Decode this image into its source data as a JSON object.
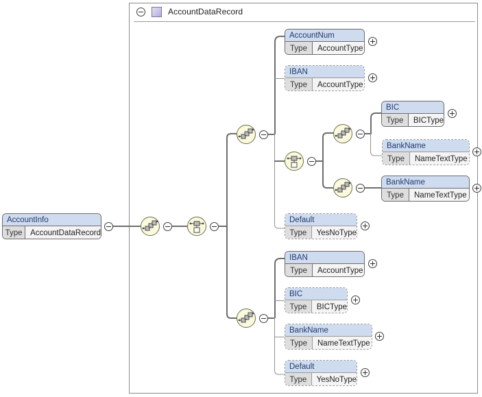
{
  "diagram": {
    "type": "xml-schema-tree",
    "title": "AccountDataRecord",
    "root": {
      "name": "AccountInfo",
      "type_key": "Type",
      "type_value": "AccountDataRecord",
      "toggle": "minus"
    },
    "container": {
      "label": "AccountDataRecord",
      "toggle": "minus",
      "swatch": "complex-type-swatch"
    },
    "compositors": {
      "root_sequence": "sequence-icon",
      "root_choice": "choice-icon",
      "branch1_sequence": "sequence-icon",
      "branch1_choice": "choice-icon",
      "branch1_inner_sequence_a": "sequence-icon",
      "branch1_inner_sequence_b": "sequence-icon",
      "branch2_sequence": "sequence-icon"
    },
    "labels": {
      "type_key": "Type"
    },
    "nodes": {
      "account_num": {
        "name": "AccountNum",
        "type_key": "Type",
        "type_value": "AccountType",
        "required": true,
        "toggle": "plus"
      },
      "iban_top": {
        "name": "IBAN",
        "type_key": "Type",
        "type_value": "AccountType",
        "required": false,
        "toggle": "plus"
      },
      "bic_top": {
        "name": "BIC",
        "type_key": "Type",
        "type_value": "BICType",
        "required": true,
        "toggle": "plus"
      },
      "bankname_a": {
        "name": "BankName",
        "type_key": "Type",
        "type_value": "NameTextType",
        "required": false,
        "toggle": "plus"
      },
      "bankname_b": {
        "name": "BankName",
        "type_key": "Type",
        "type_value": "NameTextType",
        "required": true,
        "toggle": "plus"
      },
      "default_top": {
        "name": "Default",
        "type_key": "Type",
        "type_value": "YesNoType",
        "required": false,
        "toggle": "plus"
      },
      "iban_bot": {
        "name": "IBAN",
        "type_key": "Type",
        "type_value": "AccountType",
        "required": true,
        "toggle": "plus"
      },
      "bic_bot": {
        "name": "BIC",
        "type_key": "Type",
        "type_value": "BICType",
        "required": false,
        "toggle": "plus"
      },
      "bankname_bot": {
        "name": "BankName",
        "type_key": "Type",
        "type_value": "NameTextType",
        "required": false,
        "toggle": "plus"
      },
      "default_bot": {
        "name": "Default",
        "type_key": "Type",
        "type_value": "YesNoType",
        "required": false,
        "toggle": "plus"
      }
    },
    "colors": {
      "node_header": "#cfdcf0",
      "node_type_key": "#dedede",
      "node_type_value": "#f4f4f4",
      "compositor_fill": "#fbfadd",
      "compositor_stroke": "#6b6b4e",
      "connector": "#8f8f8f",
      "connector_required": "#6d6d6d",
      "container_border": "#8a8a8a",
      "swatch": "#b3a8de",
      "name_text": "#213a6b"
    }
  }
}
